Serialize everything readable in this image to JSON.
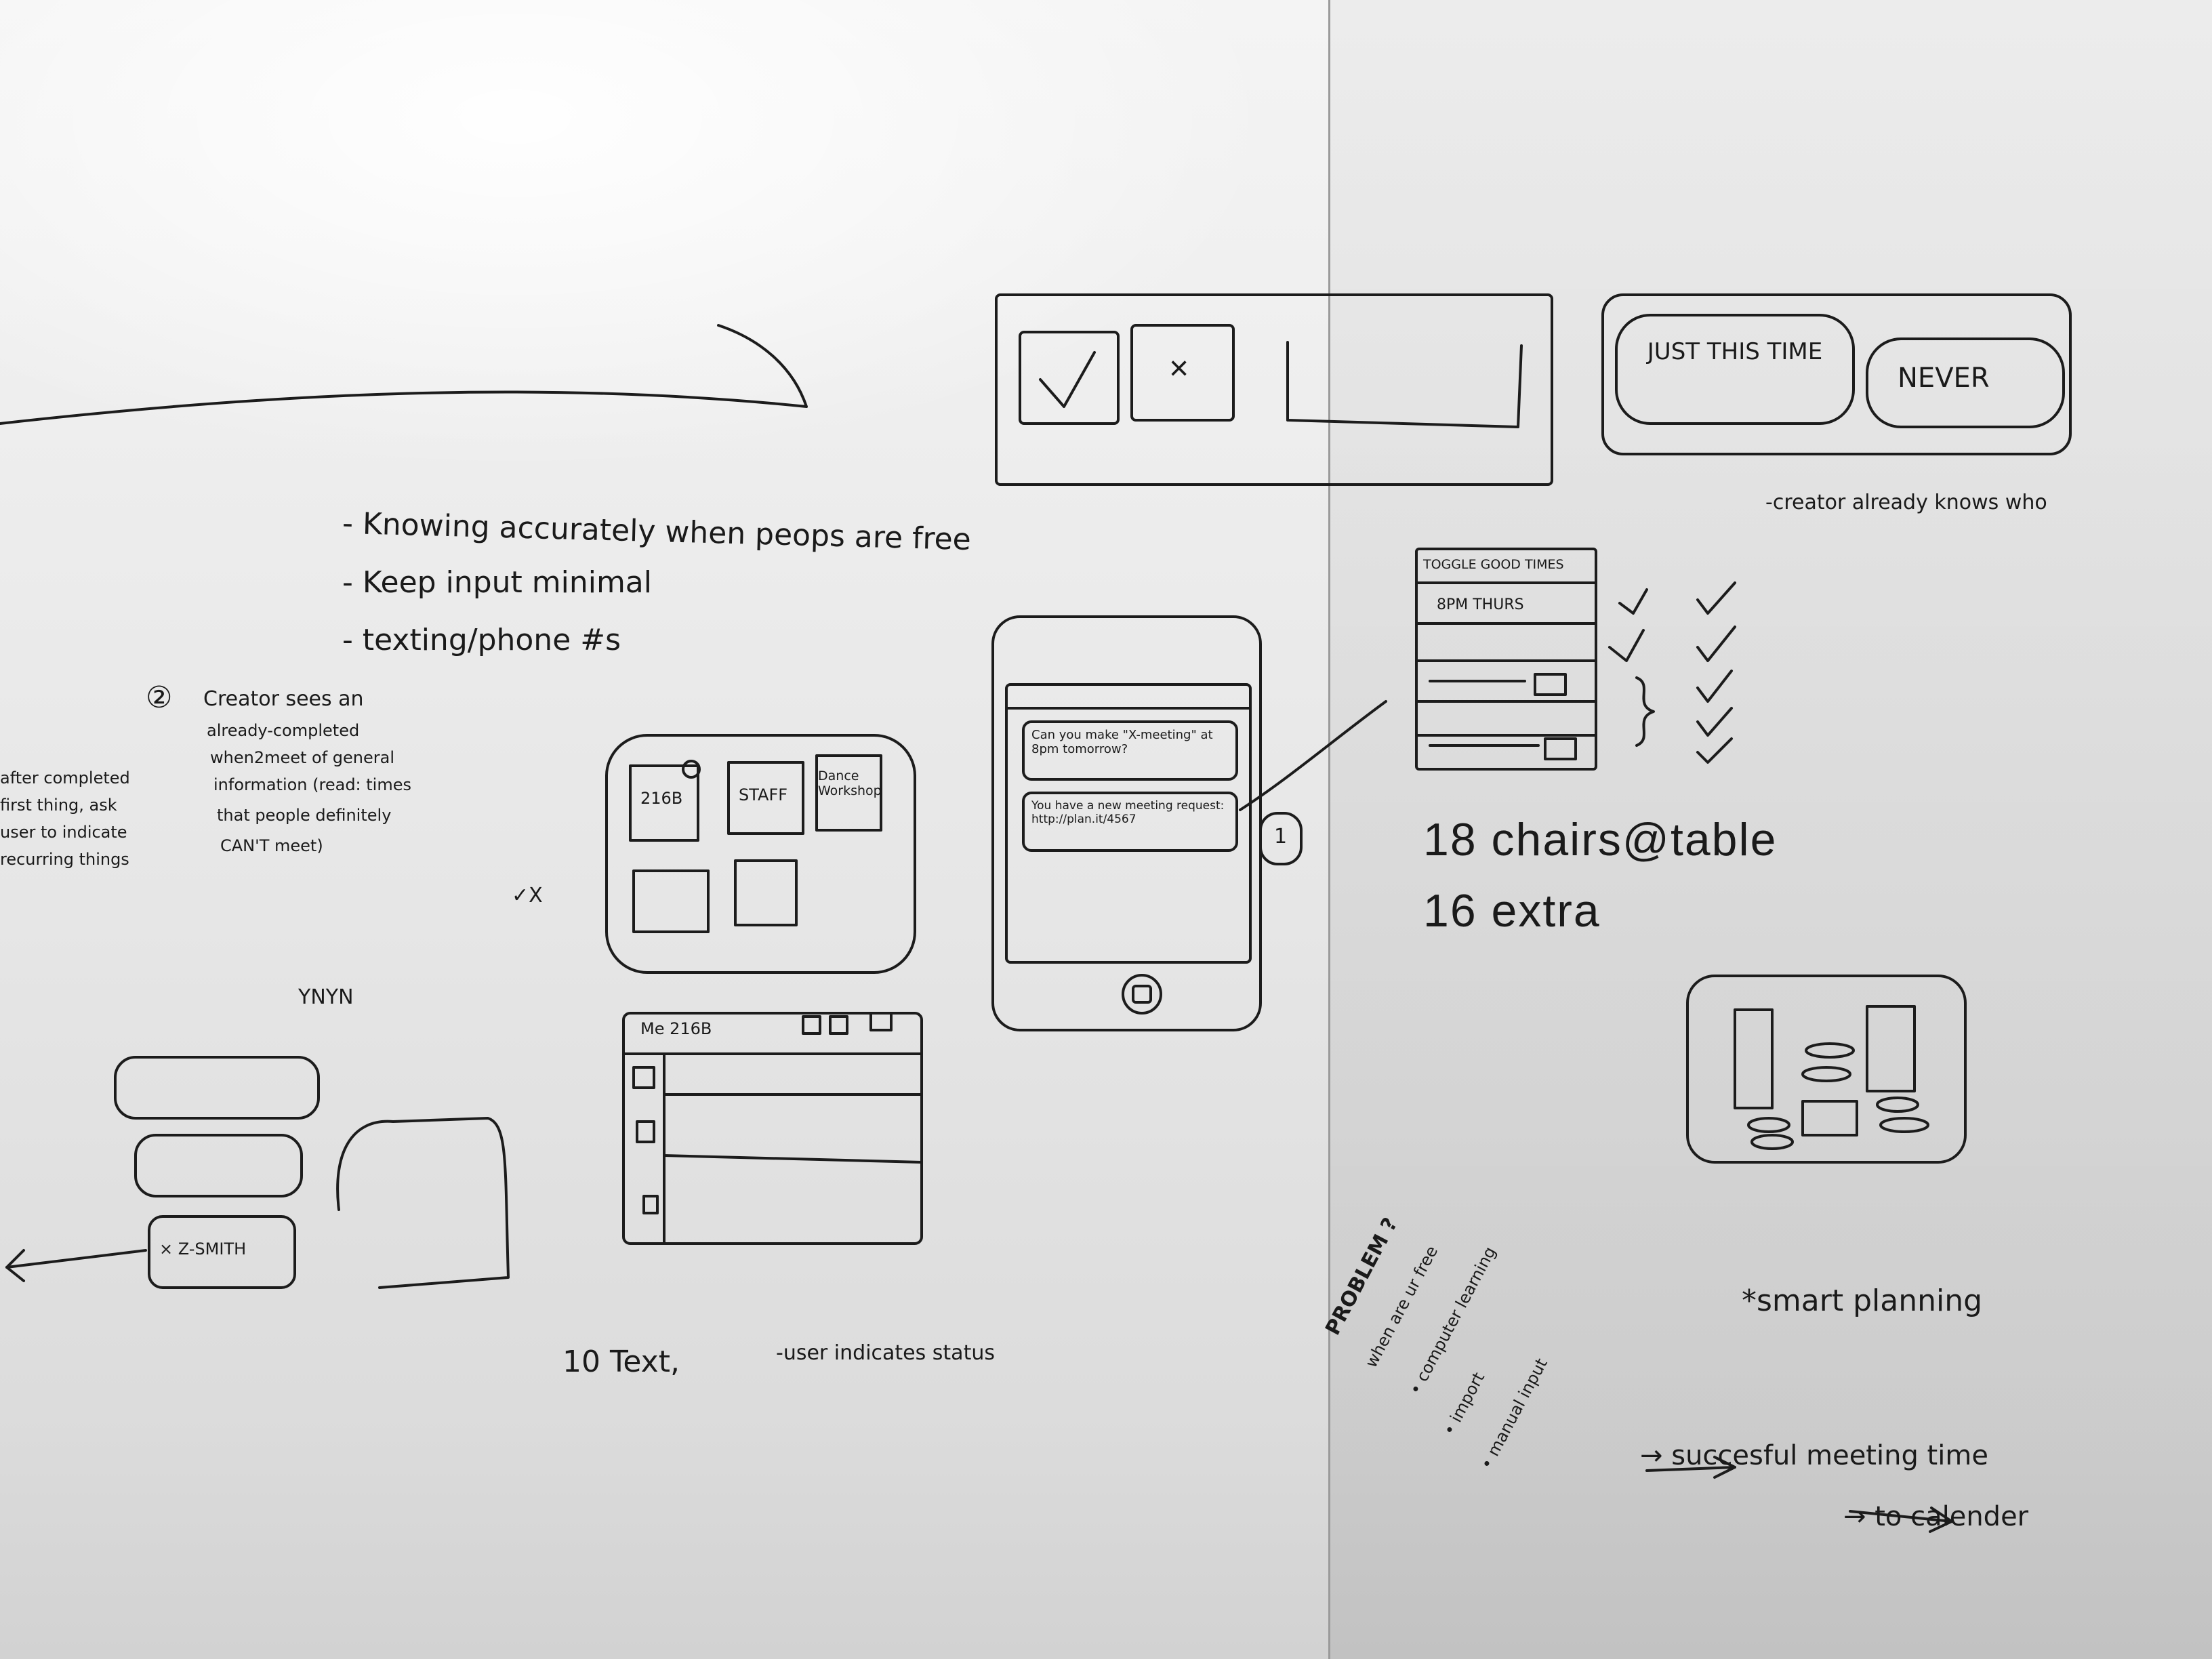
{
  "bullets": [
    "- Knowing accurately when peops are free",
    "- Keep input minimal",
    "- texting/phone #s"
  ],
  "step2": {
    "number": "②",
    "lines": [
      "Creator sees an",
      "already-completed",
      "when2meet of general",
      "information (read: times",
      "that people definitely",
      "CAN'T meet)"
    ]
  },
  "side_note": [
    "after completed",
    "first thing, ask",
    "user to indicate",
    "recurring things"
  ],
  "tile_labels": [
    "216B",
    "STAFF",
    "Dance Workshop"
  ],
  "check_x_small": "✓X",
  "ynyn": "YNYN",
  "list_header": "Me 216B",
  "z_smith": "× Z-SMITH",
  "ten_text": "10 Text,",
  "user_indicates": "-user indicates status",
  "phone_msgs": [
    "Can you make \"X-meeting\" at 8pm tomorrow?",
    "You have a new meeting request: http://plan.it/4567"
  ],
  "phone_badge": "1",
  "top_buttons": {
    "check": "✓",
    "x": "×"
  },
  "pref_buttons": [
    "JUST THIS TIME",
    "NEVER"
  ],
  "creator_note": "-creator already knows who",
  "toggle_card": {
    "header": "TOGGLE GOOD TIMES",
    "row1": "8PM THURS"
  },
  "chairs": [
    "18 chairs@table",
    "16 extra"
  ],
  "problem": {
    "title": "PROBLEM ?",
    "subtitle": "when are ur free",
    "items": [
      "• computer learning",
      "• import",
      "• manual input"
    ]
  },
  "smart_planning": "*smart planning",
  "successful": "→ succesful meeting time",
  "to_calendar": "→ to calender"
}
